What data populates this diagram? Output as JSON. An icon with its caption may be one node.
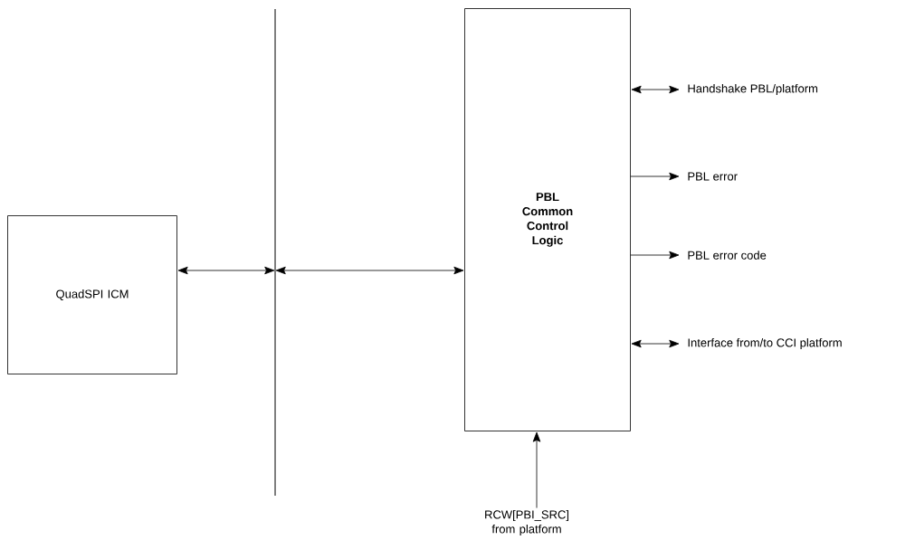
{
  "diagram": {
    "nodes": [
      {
        "text": [
          "QuadSPI ICM"
        ]
      },
      {
        "text": [],
        "shape": "bar"
      },
      {
        "text": [
          "PBL Common Control Logic"
        ]
      },
      {
        "text": [
          "Handshake PBL/platform"
        ]
      },
      {
        "text": [
          "PBL error"
        ]
      },
      {
        "text": [
          "PBL error code"
        ]
      },
      {
        "text": [
          "Interface from/to CCI platform"
        ]
      },
      {
        "text": [
          "RCW[PBI_SRC] from platform"
        ]
      }
    ],
    "edges": [
      {
        "from": 0,
        "to": 1,
        "arrow": "both"
      },
      {
        "from": 1,
        "to": 2,
        "arrow": "both"
      },
      {
        "from": 2,
        "to": 3,
        "arrow": "both"
      },
      {
        "from": 2,
        "to": 4,
        "arrow": "to"
      },
      {
        "from": 2,
        "to": 5,
        "arrow": "to"
      },
      {
        "from": 2,
        "to": 6,
        "arrow": "both"
      },
      {
        "from": 7,
        "to": 2,
        "arrow": "to"
      }
    ]
  }
}
